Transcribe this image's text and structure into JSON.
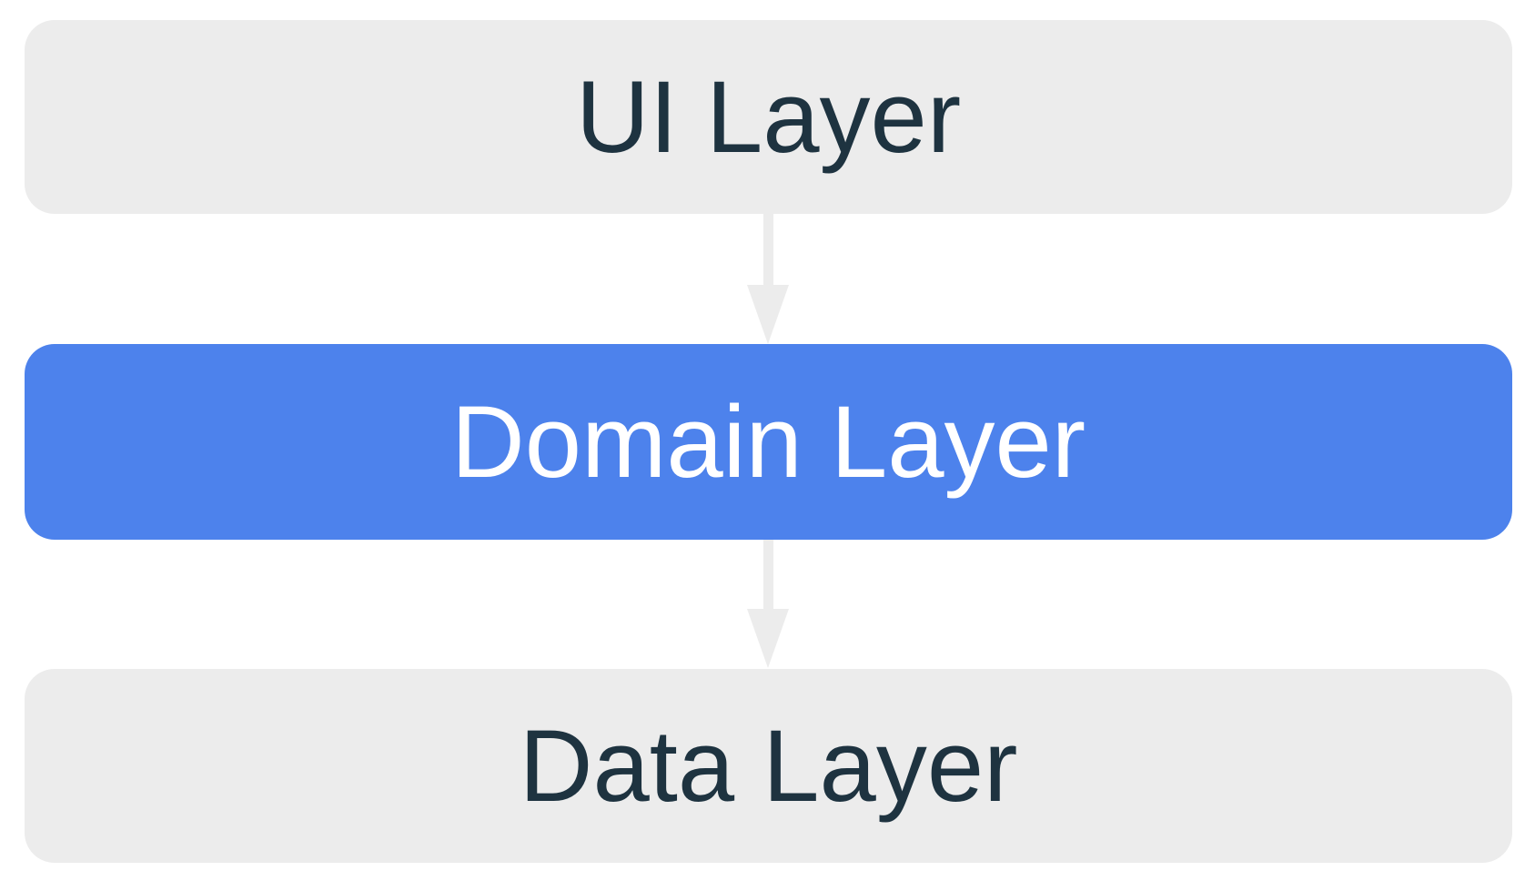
{
  "diagram": {
    "layers": [
      {
        "id": "ui",
        "label": "UI Layer",
        "highlighted": false
      },
      {
        "id": "domain",
        "label": "Domain Layer",
        "highlighted": true
      },
      {
        "id": "data",
        "label": "Data Layer",
        "highlighted": false
      }
    ],
    "arrows": [
      {
        "from": "UI Layer",
        "to": "Domain Layer",
        "direction": "down"
      },
      {
        "from": "Domain Layer",
        "to": "Data Layer",
        "direction": "down"
      }
    ]
  },
  "colors": {
    "box_gray": "#ECECEC",
    "accent_blue": "#4D82EC",
    "text_dark": "#1E3340",
    "text_light": "#FFFFFF",
    "arrow_gray": "#ECECEC",
    "background": "#FFFFFF"
  }
}
